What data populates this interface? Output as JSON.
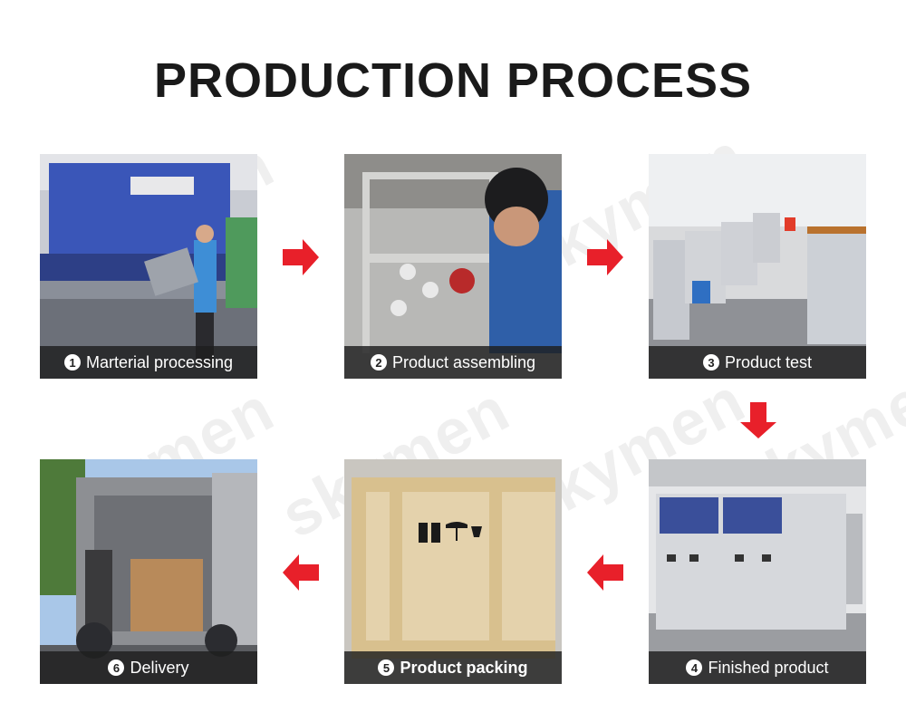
{
  "title": "PRODUCTION PROCESS",
  "watermark": "skymen",
  "steps": [
    {
      "num": "1",
      "label": "Marterial processing"
    },
    {
      "num": "2",
      "label": "Product assembling"
    },
    {
      "num": "3",
      "label": "Product test"
    },
    {
      "num": "4",
      "label": "Finished product"
    },
    {
      "num": "5",
      "label": "Product packing"
    },
    {
      "num": "6",
      "label": "Delivery"
    }
  ],
  "colors": {
    "arrow": "#e8202a",
    "caption_bg": "#1e1e1e",
    "title": "#1a1a1a"
  }
}
